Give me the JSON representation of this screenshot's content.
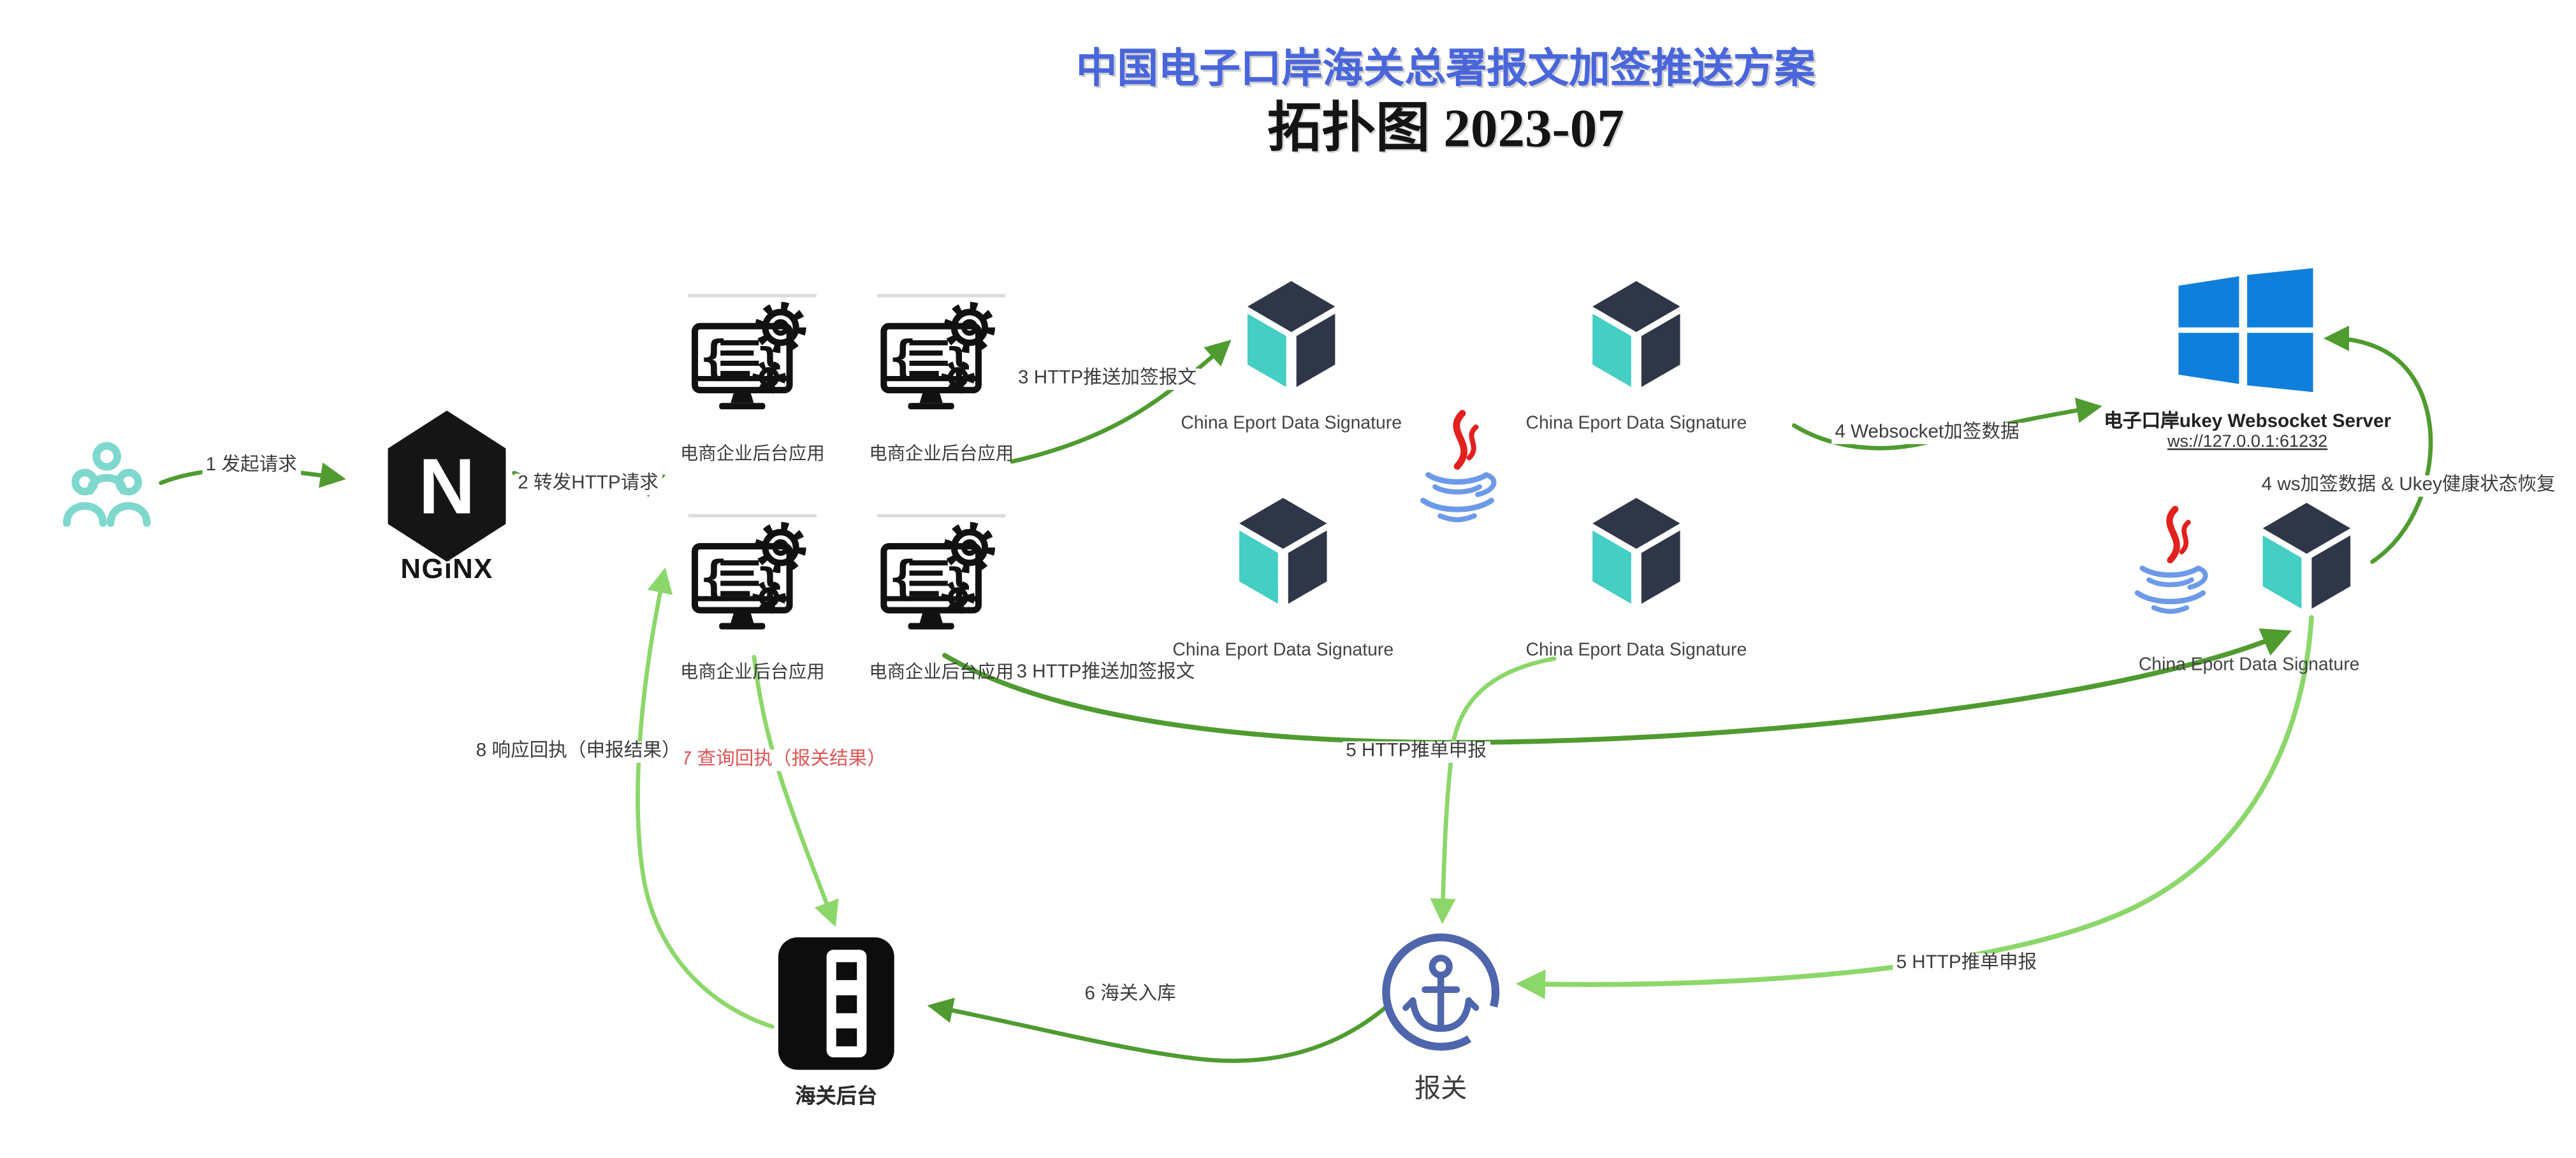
{
  "title": {
    "line1": "中国电子口岸海关总署报文加签推送方案",
    "line2": "拓扑图 2023-07"
  },
  "nodes": {
    "nginx": {
      "wordmark": "NGiNX"
    },
    "app": {
      "label": "电商企业后台应用"
    },
    "signature": {
      "label": "China Eport Data Signature"
    },
    "websocket_server": {
      "title": "电子口岸ukey Websocket Server",
      "url": "ws://127.0.0.1:61232"
    },
    "declare": {
      "label": "报关"
    },
    "customs_backend": {
      "label": "海关后台"
    }
  },
  "flows": [
    {
      "step": "1",
      "label": "1 发起请求"
    },
    {
      "step": "2",
      "label": "2 转发HTTP请求"
    },
    {
      "step": "3",
      "label": "3 HTTP推送加签报文"
    },
    {
      "step": "3",
      "label": "3 HTTP推送加签报文"
    },
    {
      "step": "4",
      "label": "4 Websocket加签数据"
    },
    {
      "step": "4",
      "label": "4 ws加签数据 & Ukey健康状态恢复"
    },
    {
      "step": "5",
      "label": "5 HTTP推单申报"
    },
    {
      "step": "5",
      "label": "5 HTTP推单申报"
    },
    {
      "step": "6",
      "label": "6 海关入库"
    },
    {
      "step": "7",
      "label": "7 查询回执（报关结果）"
    },
    {
      "step": "8",
      "label": "8 响应回执（申报结果）"
    }
  ],
  "colors": {
    "title_blue": "#4a66db",
    "ink": "#3d3d3d",
    "label_red": "#e05555",
    "arrow_dark": "#4f9b30",
    "arrow_light": "#8cd76a",
    "cube_navy": "#2e3648",
    "cube_teal": "#44cec4",
    "windows_blue": "#0f7fdb",
    "java_red": "#e2201d",
    "java_blue": "#6d9ae8",
    "anchor_blue": "#4f66ad",
    "people_teal": "#7ed8cd",
    "icon_black": "#111111"
  }
}
